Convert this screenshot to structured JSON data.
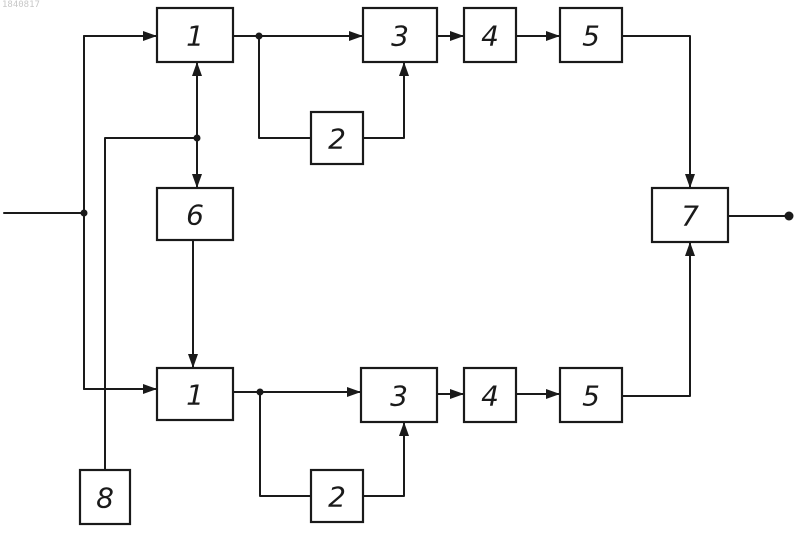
{
  "document": {
    "corner_id": "1840817"
  },
  "blocks": [
    {
      "id": "b1-top",
      "label": "1"
    },
    {
      "id": "b2-top",
      "label": "2"
    },
    {
      "id": "b3-top",
      "label": "3"
    },
    {
      "id": "b4-top",
      "label": "4"
    },
    {
      "id": "b5-top",
      "label": "5"
    },
    {
      "id": "b6",
      "label": "6"
    },
    {
      "id": "b7",
      "label": "7"
    },
    {
      "id": "b1-bot",
      "label": "1"
    },
    {
      "id": "b2-bot",
      "label": "2"
    },
    {
      "id": "b3-bot",
      "label": "3"
    },
    {
      "id": "b4-bot",
      "label": "4"
    },
    {
      "id": "b5-bot",
      "label": "5"
    },
    {
      "id": "b8",
      "label": "8"
    }
  ]
}
